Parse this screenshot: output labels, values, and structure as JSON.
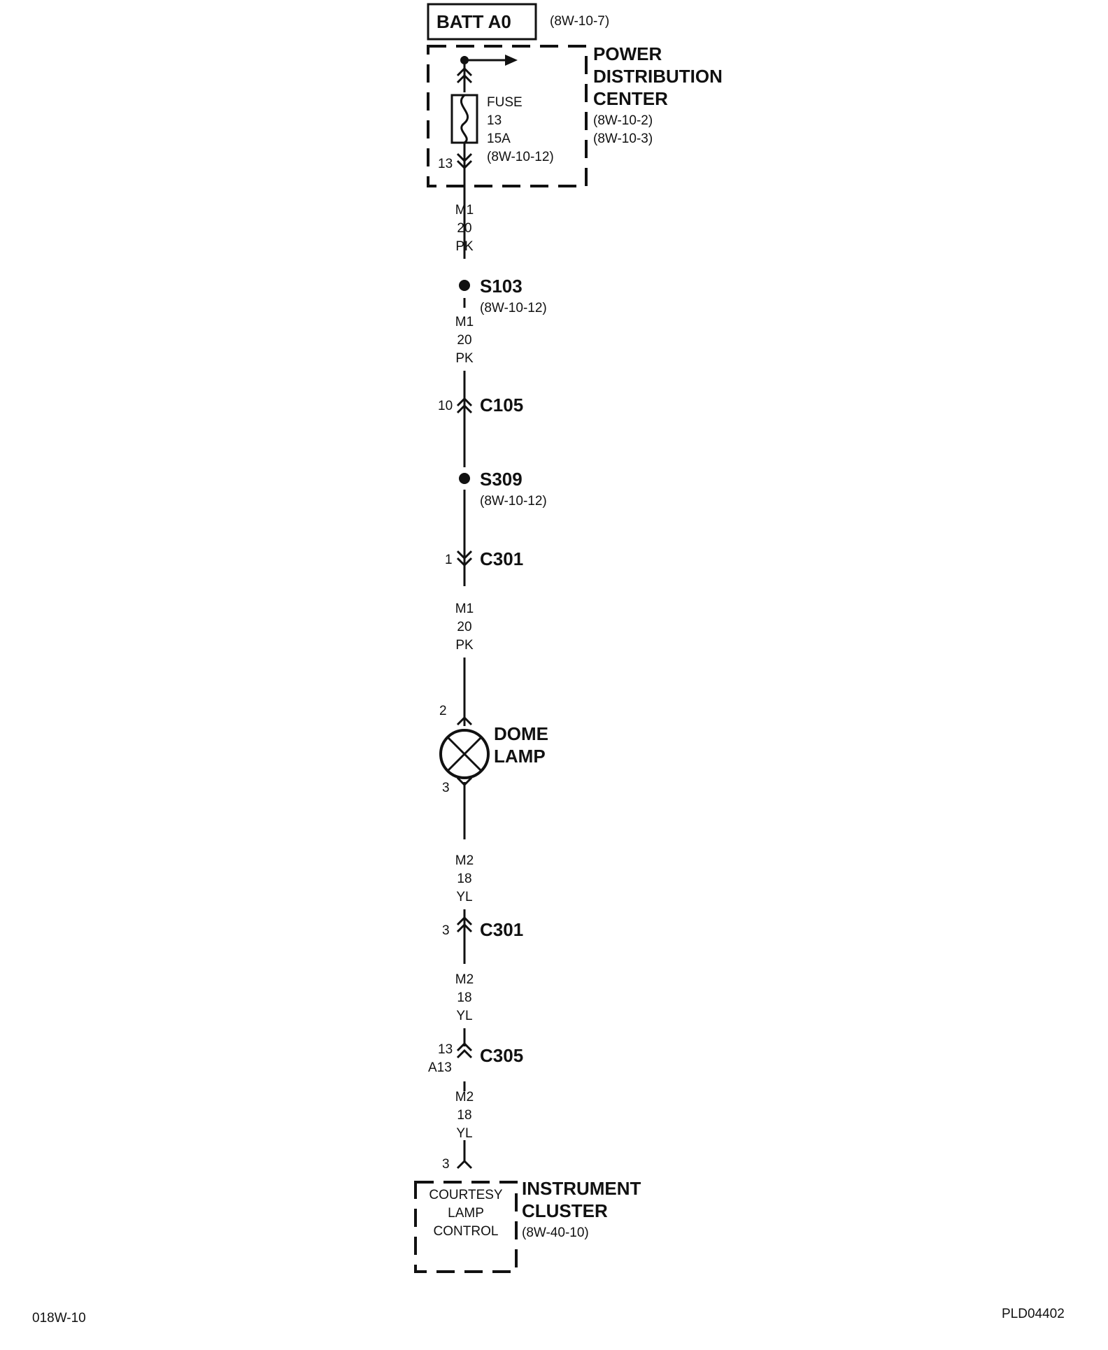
{
  "source": {
    "name": "BATT A0",
    "ref": "(8W-10-7)"
  },
  "pdc": {
    "title_lines": [
      "POWER",
      "DISTRIBUTION",
      "CENTER"
    ],
    "refs": [
      "(8W-10-2)",
      "(8W-10-3)"
    ],
    "fuse": {
      "lines": [
        "FUSE",
        "13",
        "15A",
        "(8W-10-12)"
      ],
      "pin": "13"
    }
  },
  "circuits": [
    {
      "id": "seg1",
      "lines": [
        "M1",
        "20",
        "PK"
      ]
    },
    {
      "id": "seg2",
      "lines": [
        "M1",
        "20",
        "PK"
      ]
    },
    {
      "id": "seg3",
      "lines": [
        "M1",
        "20",
        "PK"
      ]
    },
    {
      "id": "seg4",
      "lines": [
        "M2",
        "18",
        "YL"
      ]
    },
    {
      "id": "seg5",
      "lines": [
        "M2",
        "18",
        "YL"
      ]
    },
    {
      "id": "seg6",
      "lines": [
        "M2",
        "18",
        "YL"
      ]
    }
  ],
  "splices": [
    {
      "name": "S103",
      "ref": "(8W-10-12)"
    },
    {
      "name": "S309",
      "ref": "(8W-10-12)"
    }
  ],
  "connectors": [
    {
      "name": "C105",
      "pin": "10"
    },
    {
      "name": "C301",
      "pin": "1"
    },
    {
      "name": "C301",
      "pin": "3"
    },
    {
      "name": "C305",
      "pin": "13",
      "pin2": "A13"
    }
  ],
  "lamp": {
    "lines": [
      "DOME",
      "LAMP"
    ],
    "pin_in": "2",
    "pin_out": "3"
  },
  "cluster": {
    "title_lines": [
      "INSTRUMENT",
      "CLUSTER"
    ],
    "ref": "(8W-40-10)",
    "inner_lines": [
      "COURTESY",
      "LAMP",
      "CONTROL"
    ],
    "pin": "3"
  },
  "footer": {
    "left": "018W-10",
    "right": "PLD04402"
  }
}
